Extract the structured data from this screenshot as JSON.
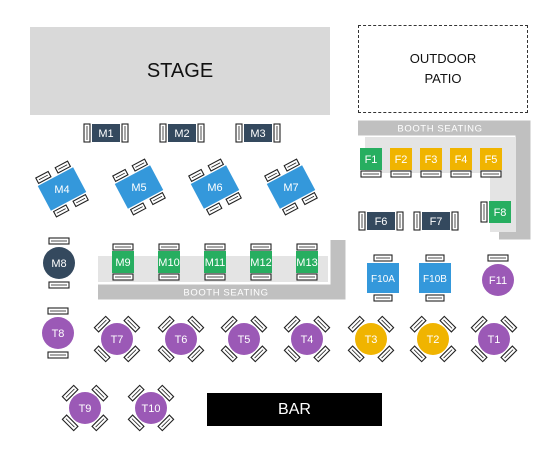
{
  "stage_label": "STAGE",
  "patio_label": "OUTDOOR\nPATIO",
  "bar_label": "BAR",
  "booth_label": "BOOTH SEATING",
  "colors": {
    "dark_blue": "#34495e",
    "light_blue": "#3498db",
    "green": "#27ae60",
    "yellow": "#f0b400",
    "purple": "#9b59b6",
    "booth_gray": "#c0c0c0",
    "stage_gray": "#d9d9d9"
  },
  "tables": [
    {
      "id": "M1",
      "color": "dark_blue",
      "shape": "small-rect"
    },
    {
      "id": "M2",
      "color": "dark_blue",
      "shape": "small-rect"
    },
    {
      "id": "M3",
      "color": "dark_blue",
      "shape": "small-rect"
    },
    {
      "id": "M4",
      "color": "light_blue",
      "shape": "rotated-rect"
    },
    {
      "id": "M5",
      "color": "light_blue",
      "shape": "rotated-rect"
    },
    {
      "id": "M6",
      "color": "light_blue",
      "shape": "rotated-rect"
    },
    {
      "id": "M7",
      "color": "light_blue",
      "shape": "rotated-rect"
    },
    {
      "id": "M8",
      "color": "dark_blue",
      "shape": "round"
    },
    {
      "id": "M9",
      "color": "green",
      "shape": "booth"
    },
    {
      "id": "M10",
      "color": "green",
      "shape": "booth"
    },
    {
      "id": "M11",
      "color": "green",
      "shape": "booth"
    },
    {
      "id": "M12",
      "color": "green",
      "shape": "booth"
    },
    {
      "id": "M13",
      "color": "green",
      "shape": "booth"
    },
    {
      "id": "F1",
      "color": "green",
      "shape": "booth"
    },
    {
      "id": "F2",
      "color": "yellow",
      "shape": "booth"
    },
    {
      "id": "F3",
      "color": "yellow",
      "shape": "booth"
    },
    {
      "id": "F4",
      "color": "yellow",
      "shape": "booth"
    },
    {
      "id": "F5",
      "color": "yellow",
      "shape": "booth"
    },
    {
      "id": "F6",
      "color": "dark_blue",
      "shape": "small-rect"
    },
    {
      "id": "F7",
      "color": "dark_blue",
      "shape": "small-rect"
    },
    {
      "id": "F8",
      "color": "green",
      "shape": "booth-side"
    },
    {
      "id": "F10A",
      "color": "light_blue",
      "shape": "rect"
    },
    {
      "id": "F10B",
      "color": "light_blue",
      "shape": "rect"
    },
    {
      "id": "F11",
      "color": "purple",
      "shape": "round"
    },
    {
      "id": "T1",
      "color": "purple",
      "shape": "round"
    },
    {
      "id": "T2",
      "color": "yellow",
      "shape": "round"
    },
    {
      "id": "T3",
      "color": "yellow",
      "shape": "round"
    },
    {
      "id": "T4",
      "color": "purple",
      "shape": "round"
    },
    {
      "id": "T5",
      "color": "purple",
      "shape": "round"
    },
    {
      "id": "T6",
      "color": "purple",
      "shape": "round"
    },
    {
      "id": "T7",
      "color": "purple",
      "shape": "round"
    },
    {
      "id": "T8",
      "color": "purple",
      "shape": "round"
    },
    {
      "id": "T9",
      "color": "purple",
      "shape": "round"
    },
    {
      "id": "T10",
      "color": "purple",
      "shape": "round"
    }
  ]
}
